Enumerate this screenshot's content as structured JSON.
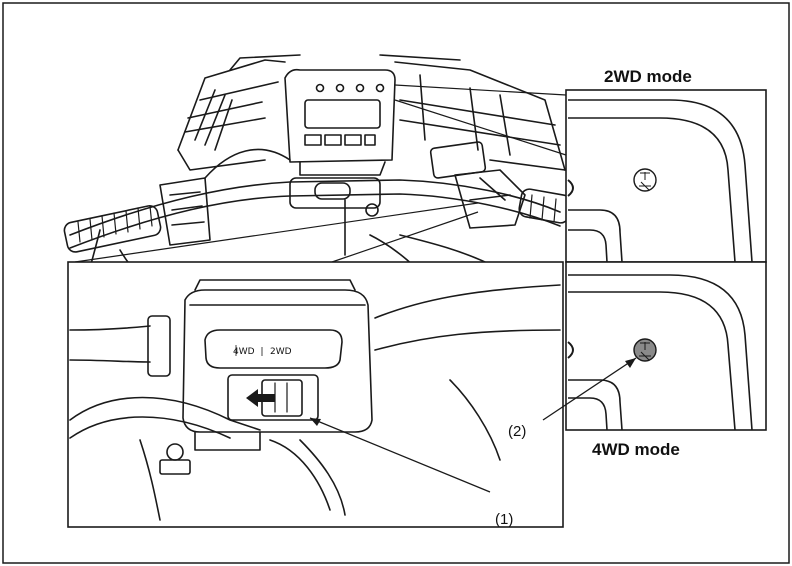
{
  "panels": {
    "top_label": "2WD mode",
    "bottom_label": "4WD mode"
  },
  "switch": {
    "label_4wd": "4WD",
    "label_2wd": "2WD"
  },
  "callouts": {
    "switch_ref": "(1)",
    "indicator_ref": "(2)"
  },
  "colors": {
    "line": "#1a1a1a",
    "indicator_lit": "#8a8a8a",
    "background": "#ffffff"
  }
}
